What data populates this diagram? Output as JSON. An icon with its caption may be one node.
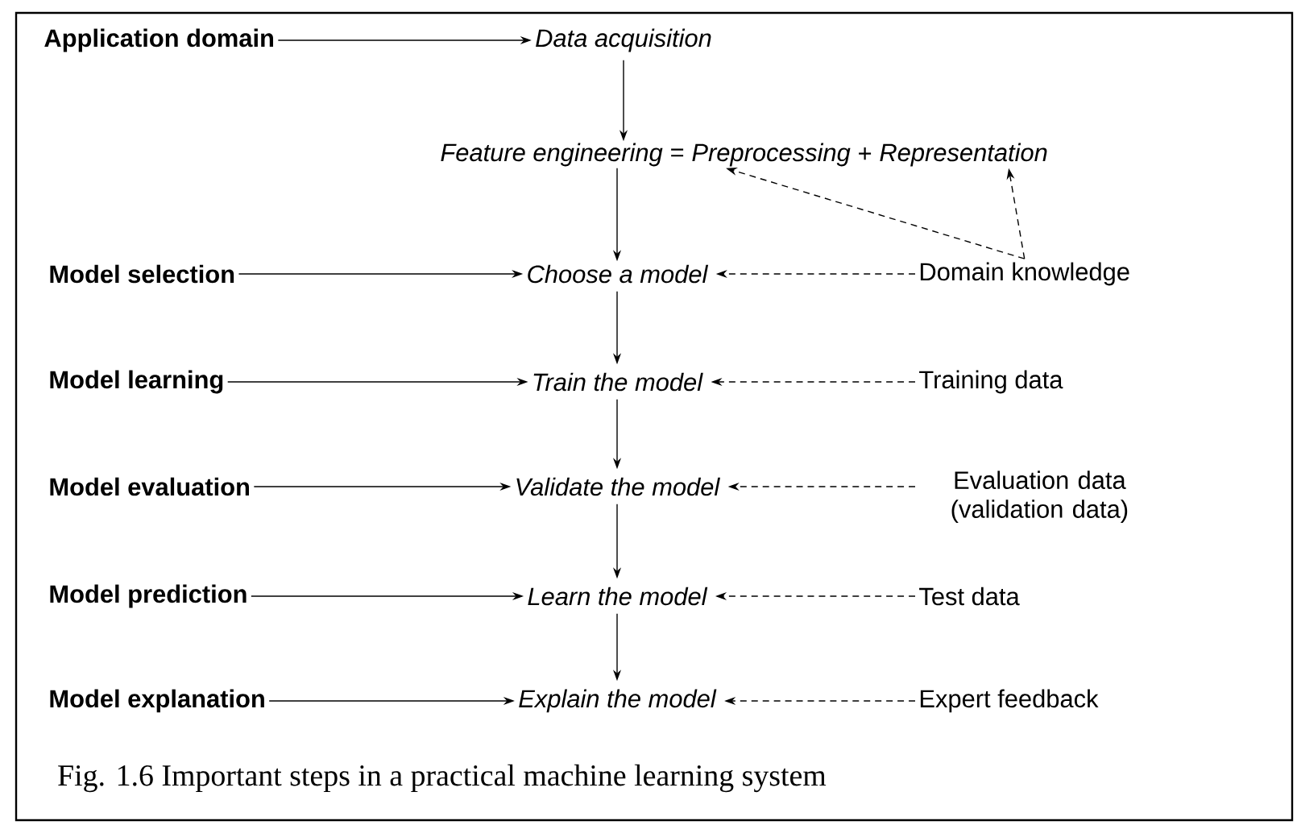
{
  "diagram": {
    "caption": "Fig. 1.6 Important steps in a practical machine learning system",
    "nodes": [
      {
        "text": [
          "Application domain"
        ]
      },
      {
        "text": [
          "Data acquisition"
        ]
      },
      {
        "text": [
          "Feature engineering"
        ]
      },
      {
        "text": [
          "Preprocessing"
        ]
      },
      {
        "text": [
          "Representation"
        ]
      },
      {
        "text": [
          "Model selection"
        ]
      },
      {
        "text": [
          "Choose a model"
        ]
      },
      {
        "text": [
          "Domain knowledge"
        ]
      },
      {
        "text": [
          "Model learning"
        ]
      },
      {
        "text": [
          "Train the model"
        ]
      },
      {
        "text": [
          "Training data"
        ]
      },
      {
        "text": [
          "Model evaluation"
        ]
      },
      {
        "text": [
          "Validate the model"
        ]
      },
      {
        "text": [
          "Evaluation data (validation data)"
        ]
      },
      {
        "text": [
          "Model prediction"
        ]
      },
      {
        "text": [
          "Learn the model"
        ]
      },
      {
        "text": [
          "Test data"
        ]
      },
      {
        "text": [
          "Model explanation"
        ]
      },
      {
        "text": [
          "Explain the model"
        ]
      },
      {
        "text": [
          "Expert feedback"
        ]
      }
    ],
    "edges": [
      {
        "from": 0,
        "to": 1,
        "arrow": "to"
      },
      {
        "from": 1,
        "to": 2,
        "arrow": "to"
      },
      {
        "from": 2,
        "to": 6,
        "arrow": "to"
      },
      {
        "from": 7,
        "to": 3,
        "arrow": "to",
        "style": "dashed"
      },
      {
        "from": 7,
        "to": 4,
        "arrow": "to",
        "style": "dashed"
      },
      {
        "from": 5,
        "to": 6,
        "arrow": "to"
      },
      {
        "from": 7,
        "to": 6,
        "arrow": "to",
        "style": "dashed"
      },
      {
        "from": 6,
        "to": 9,
        "arrow": "to"
      },
      {
        "from": 8,
        "to": 9,
        "arrow": "to"
      },
      {
        "from": 10,
        "to": 9,
        "arrow": "to",
        "style": "dashed"
      },
      {
        "from": 9,
        "to": 12,
        "arrow": "to"
      },
      {
        "from": 11,
        "to": 12,
        "arrow": "to"
      },
      {
        "from": 13,
        "to": 12,
        "arrow": "to",
        "style": "dashed"
      },
      {
        "from": 12,
        "to": 15,
        "arrow": "to"
      },
      {
        "from": 14,
        "to": 15,
        "arrow": "to"
      },
      {
        "from": 16,
        "to": 15,
        "arrow": "to",
        "style": "dashed"
      },
      {
        "from": 15,
        "to": 18,
        "arrow": "to"
      },
      {
        "from": 17,
        "to": 18,
        "arrow": "to"
      },
      {
        "from": 19,
        "to": 18,
        "arrow": "to",
        "style": "dashed"
      }
    ],
    "labels": [
      "=",
      "+"
    ]
  }
}
